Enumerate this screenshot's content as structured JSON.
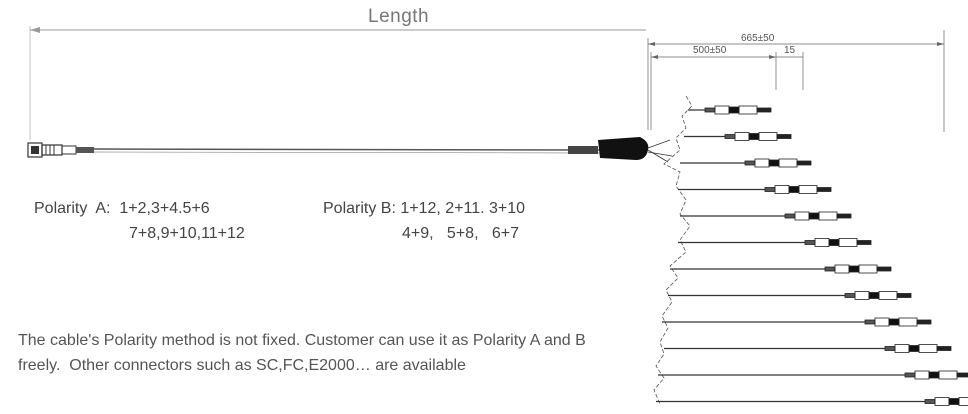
{
  "dimensions": {
    "length_label": "Length",
    "total_fanout": "665±50",
    "branch_length": "500±50",
    "connector_offset": "15"
  },
  "polarity": {
    "a_line1": "Polarity  A:  1+2,3+4.5+6",
    "a_line2": "7+8,9+10,11+12",
    "b_line1": "Polarity B: 1+12, 2+11. 3+10",
    "b_line2": "4+9,   5+8,   6+7"
  },
  "note": {
    "line1": "The cable's Polarity method is not fixed. Customer can use it as Polarity A and B",
    "line2": "freely.  Other connectors such as SC,FC,E2000… are available"
  },
  "fanout": {
    "branch_count": 12
  }
}
